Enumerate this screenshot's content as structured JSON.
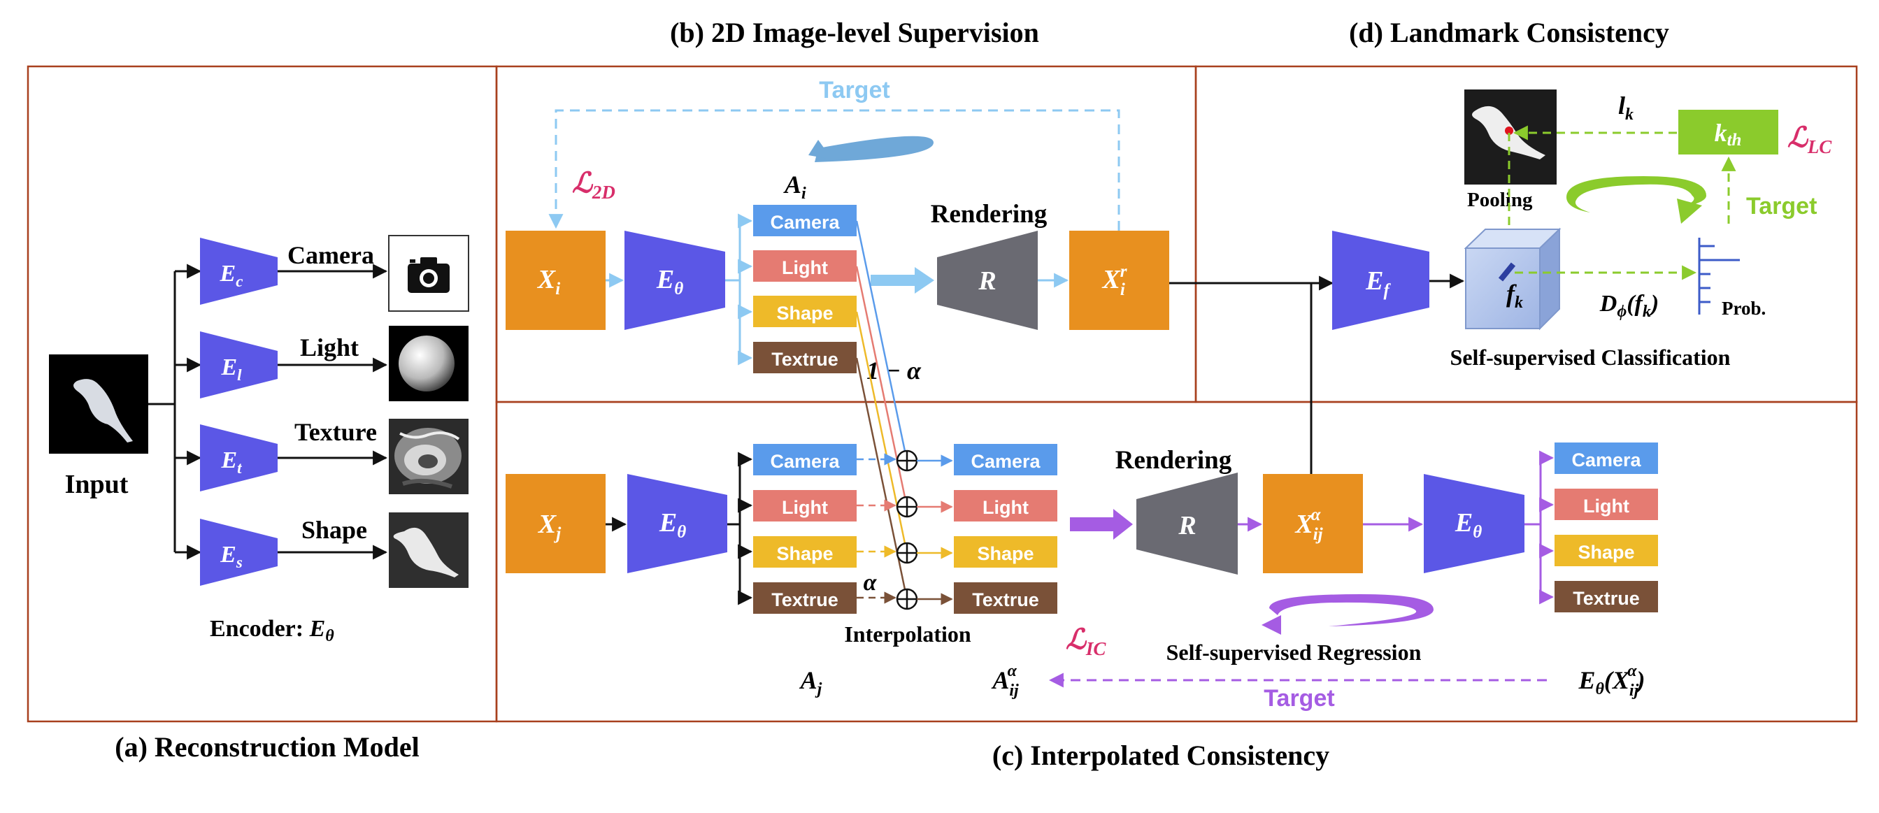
{
  "colors": {
    "encoder": "#5B57E6",
    "orange": "#E8901F",
    "renderer": "#6A6A72",
    "frame": "#A8401E",
    "target_blue": "#8DC9F2",
    "green": "#8BCB2C",
    "purple": "#A55CE3",
    "loss_pink": "#D82E6A",
    "camera": "#5A9BEB",
    "light": "#E57B72",
    "shape": "#EEBA29",
    "texture": "#7A5138"
  },
  "section_titles": {
    "a": "(a) Reconstruction Model",
    "b": "(b) 2D Image-level Supervision",
    "c": "(c) Interpolated Consistency",
    "d": "(d) Landmark Consistency"
  },
  "attributes": {
    "camera": "Camera",
    "light": "Light",
    "shape": "Shape",
    "texture": "Textrue"
  },
  "panel_a": {
    "input_label": "Input",
    "encoders": [
      {
        "name": "E",
        "sub": "c",
        "output": "Camera"
      },
      {
        "name": "E",
        "sub": "l",
        "output": "Light"
      },
      {
        "name": "E",
        "sub": "t",
        "output": "Texture"
      },
      {
        "name": "E",
        "sub": "s",
        "output": "Shape"
      }
    ],
    "encoder_caption": "Encoder: ",
    "encoder_caption_sym": "E",
    "encoder_caption_sub": "θ"
  },
  "panel_b": {
    "target_label": "Target",
    "loss": "ℒ",
    "loss_sub": "2D",
    "xi": "X",
    "xi_sub": "i",
    "encoder": "E",
    "encoder_sub": "θ",
    "attr_label": "A",
    "attr_label_sub": "i",
    "rendering_label": "Rendering",
    "renderer": "R",
    "xr": "X",
    "xr_sub": "i",
    "xr_sup": "r",
    "one_minus_alpha": "1 − α"
  },
  "panel_c": {
    "xj": "X",
    "xj_sub": "j",
    "encoder": "E",
    "encoder_sub": "θ",
    "alpha": "α",
    "interp_label": "Interpolation",
    "aj": "A",
    "aj_sub": "j",
    "aij": "A",
    "aij_sub": "ij",
    "aij_sup": "α",
    "rendering_label": "Rendering",
    "renderer": "R",
    "xij": "X",
    "xij_sub": "ij",
    "xij_sup": "α",
    "encoder2": "E",
    "encoder2_sub": "θ",
    "loss": "ℒ",
    "loss_sub": "IC",
    "regression_label": "Self-supervised Regression",
    "target_label": "Target",
    "e_of_x": "E",
    "e_of_x_sub": "θ",
    "e_of_x_open": "(X",
    "e_of_x_inner_sub": "ij",
    "e_of_x_inner_sup": "α",
    "e_of_x_close": ")"
  },
  "panel_d": {
    "lk": "l",
    "lk_sub": "k",
    "kth": "k",
    "kth_sub": "th",
    "loss": "ℒ",
    "loss_sub": "LC",
    "pooling_label": "Pooling",
    "target_label": "Target",
    "encoder": "E",
    "encoder_sub": "f",
    "fk": "f",
    "fk_sub": "k",
    "d_of_f": "D",
    "d_of_f_sub": "ϕ",
    "d_of_f_arg": "(f",
    "d_of_f_arg_sub": "k",
    "d_of_f_close": ")",
    "prob_label": "Prob.",
    "classification_label": "Self-supervised Classification"
  }
}
